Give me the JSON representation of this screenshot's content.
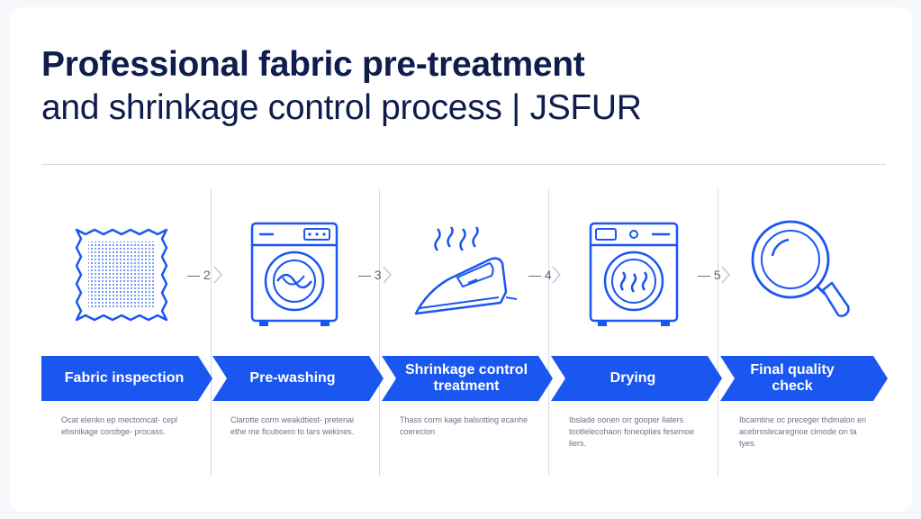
{
  "title": {
    "line1": "Professional fabric pre-treatment",
    "line2": "and shrinkage control process | JSFUR"
  },
  "colors": {
    "accent": "#1a56f0",
    "text": "#0f1d4e",
    "muted": "#6b7285"
  },
  "steps": [
    {
      "label": "Fabric inspection",
      "icon": "fabric-swatch-icon",
      "desc": "Ocat elenkn ep mectomcat- cepl ebsnikage corobge- procass."
    },
    {
      "label": "Pre-washing",
      "icon": "washing-machine-icon",
      "num": "2",
      "desc": "Clarotte corm weakdtiest- pretenai ethe me ficuboero to tars wekines."
    },
    {
      "label": "Shrinkage control treatment",
      "icon": "steam-iron-icon",
      "num": "3",
      "desc": "Thass corm kage balsntting ecanhe coerecion"
    },
    {
      "label": "Drying",
      "icon": "dryer-icon",
      "num": "4",
      "desc": "Ibslade oonen orr gooper llaters tootlelecohaon foneoplies fesemoe liers."
    },
    {
      "label": "Final quality check",
      "icon": "magnifier-icon",
      "num": "5",
      "desc": "Ibcamtine oc preceger thdmalon en acebroslecaregnoe cimode on ta tyes."
    }
  ]
}
